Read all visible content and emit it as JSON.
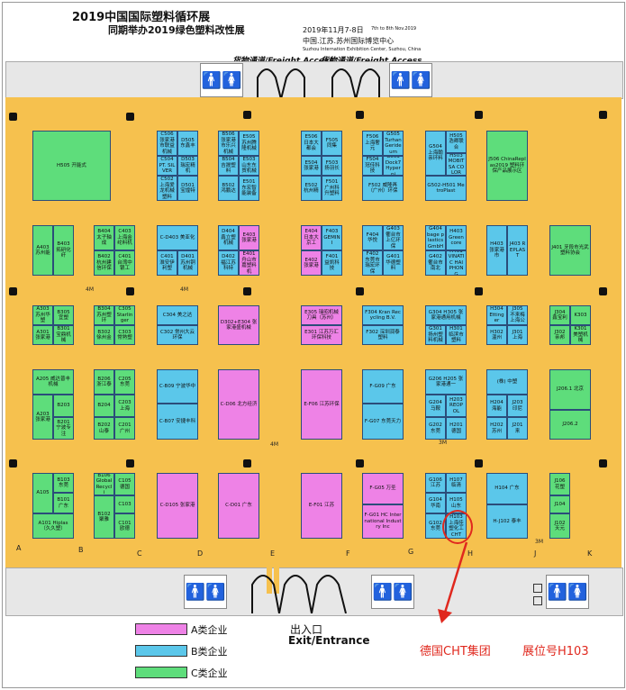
{
  "header": {
    "title_line1": "2019中国国际塑料循环展",
    "title_line2": "同期举办2019绿色塑料改性展",
    "date": "2019年11月7-8日",
    "date_en": "7th to 8th Nov.2019",
    "venue": "中国.江苏.苏州国际博览中心",
    "venue_en": "Suzhou Internation Exhibition Center, Suzhou, China",
    "freight_1": "货物通道/Freight Access",
    "freight_2": "货物通道/Freight Access"
  },
  "columns": [
    "A",
    "B",
    "C",
    "D",
    "E",
    "F",
    "G",
    "H",
    "J",
    "K"
  ],
  "distance_labels": [
    "4M",
    "4M",
    "4M",
    "3M",
    "3M"
  ],
  "booths": [
    {
      "id": "h505",
      "text": "H505 开能式",
      "color": "green"
    },
    {
      "id": "c506",
      "text": "C506 张家港市联益机械",
      "color": "blue"
    },
    {
      "id": "d505",
      "text": "D505 东鑫丰",
      "color": "blue"
    },
    {
      "id": "c504",
      "text": "C504 PT. SILVER",
      "color": "blue"
    },
    {
      "id": "d503",
      "text": "D503 瑞宏精机",
      "color": "blue"
    },
    {
      "id": "c502",
      "text": "C502 上海爱龙机械塑料",
      "color": "blue"
    },
    {
      "id": "d501",
      "text": "D501 宝煌特",
      "color": "blue"
    },
    {
      "id": "b506",
      "text": "B506 张家港市乐兴机械",
      "color": "blue"
    },
    {
      "id": "e505",
      "text": "E505 苏州腾隆机械",
      "color": "blue"
    },
    {
      "id": "b504",
      "text": "B504 吉晟塑料",
      "color": "blue"
    },
    {
      "id": "e503",
      "text": "E503 山东东贸机械",
      "color": "blue"
    },
    {
      "id": "b502",
      "text": "B502 鸿鹏达",
      "color": "blue"
    },
    {
      "id": "e501",
      "text": "E501 东宏智能装备",
      "color": "blue"
    },
    {
      "id": "e506",
      "text": "E506 日本大都会",
      "color": "blue"
    },
    {
      "id": "f505",
      "text": "F505 同集",
      "color": "blue"
    },
    {
      "id": "e504",
      "text": "E504 张家港",
      "color": "blue"
    },
    {
      "id": "f503",
      "text": "F503 扬羽长",
      "color": "blue"
    },
    {
      "id": "e502",
      "text": "E502 杭州精",
      "color": "blue"
    },
    {
      "id": "f501",
      "text": "F501 广州科升塑料",
      "color": "blue"
    },
    {
      "id": "f506",
      "text": "F506 上海奢元",
      "color": "blue"
    },
    {
      "id": "g505",
      "text": "G505 Turhan Gerideum",
      "color": "blue"
    },
    {
      "id": "f504",
      "text": "F504 冠佳科技",
      "color": "blue"
    },
    {
      "id": "g503",
      "text": "G503 Dock7 Hyperpi",
      "color": "blue"
    },
    {
      "id": "f502",
      "text": "F502 威隆再（广州）环保",
      "color": "blue"
    },
    {
      "id": "g504",
      "text": "G504 上海翰亲环料",
      "color": "blue"
    },
    {
      "id": "h505b",
      "text": "H505 浩卿联合",
      "color": "blue"
    },
    {
      "id": "h503",
      "text": "H503 MOBITSA COLOR",
      "color": "blue"
    },
    {
      "id": "g502",
      "text": "G502-H501 MetroPlast",
      "color": "blue"
    },
    {
      "id": "j506",
      "text": "J506 ChinaReplas2019 塑料环保产品展示区",
      "color": "green"
    },
    {
      "id": "a403",
      "text": "A403 苏州能",
      "color": "green"
    },
    {
      "id": "b403",
      "text": "B403 拓研化纤",
      "color": "green"
    },
    {
      "id": "b404",
      "text": "B404 太子轴成",
      "color": "green"
    },
    {
      "id": "c403",
      "text": "C403 上海金纶料机",
      "color": "green"
    },
    {
      "id": "b402",
      "text": "B402 杭州建信环保",
      "color": "green"
    },
    {
      "id": "c401",
      "text": "C401 台湾中银工",
      "color": "green"
    },
    {
      "id": "c403b",
      "text": "C-D403 美亚化",
      "color": "blue"
    },
    {
      "id": "c401b",
      "text": "C401 淮安伊利塑",
      "color": "blue"
    },
    {
      "id": "d401",
      "text": "D401 苏州铜机械",
      "color": "blue"
    },
    {
      "id": "d404",
      "text": "D404 鑫立塑机械",
      "color": "blue"
    },
    {
      "id": "e403",
      "text": "E403 张家港",
      "color": "pink"
    },
    {
      "id": "d402",
      "text": "D402 福江苏科特",
      "color": "blue"
    },
    {
      "id": "e401",
      "text": "E401 舟山市嘉塑料机",
      "color": "pink"
    },
    {
      "id": "e404",
      "text": "E404 日本大京工",
      "color": "pink"
    },
    {
      "id": "f403",
      "text": "F403 GEMINI",
      "color": "blue"
    },
    {
      "id": "e402",
      "text": "E402 张家港",
      "color": "pink"
    },
    {
      "id": "f401",
      "text": "F401 益凯科技",
      "color": "blue"
    },
    {
      "id": "f404",
      "text": "F404 华悦",
      "color": "blue"
    },
    {
      "id": "g403",
      "text": "G403 衢台市上亿环保",
      "color": "blue"
    },
    {
      "id": "f402",
      "text": "F402 东莞市瑞宏环保",
      "color": "blue"
    },
    {
      "id": "g401",
      "text": "G401 华德塑料",
      "color": "blue"
    },
    {
      "id": "g404",
      "text": "G404 bage plastics GmbH",
      "color": "blue"
    },
    {
      "id": "h403",
      "text": "H403 Greencore",
      "color": "blue"
    },
    {
      "id": "g402",
      "text": "G402 衢台市南北",
      "color": "blue"
    },
    {
      "id": "h401",
      "text": "H401 VINATIC HAI PHONG",
      "color": "blue"
    },
    {
      "id": "h403b",
      "text": "H403 张家港市",
      "color": "blue"
    },
    {
      "id": "j403",
      "text": "J403 REPLAST",
      "color": "blue"
    },
    {
      "id": "j401",
      "text": "J401 牙段市光武塑料协会",
      "color": "green"
    },
    {
      "id": "a303",
      "text": "A303 苏州华塑",
      "color": "green"
    },
    {
      "id": "b305",
      "text": "B305 宜塑",
      "color": "green"
    },
    {
      "id": "a301",
      "text": "A301 张家港",
      "color": "green"
    },
    {
      "id": "b301",
      "text": "B301 宝鼎机械",
      "color": "green"
    },
    {
      "id": "b304",
      "text": "B304 苏州塑环",
      "color": "green"
    },
    {
      "id": "c305",
      "text": "C305 Starlinger",
      "color": "green"
    },
    {
      "id": "b302",
      "text": "B302 徐州金",
      "color": "green"
    },
    {
      "id": "c303",
      "text": "C303 常熟塑",
      "color": "green"
    },
    {
      "id": "c304",
      "text": "C304 美之达",
      "color": "blue"
    },
    {
      "id": "c302",
      "text": "C302 常州大云环保",
      "color": "blue"
    },
    {
      "id": "d302",
      "text": "D302+E304 张家港盛机械",
      "color": "pink"
    },
    {
      "id": "e305",
      "text": "E305 瑞昭机械刀具（苏州）",
      "color": "pink"
    },
    {
      "id": "e301",
      "text": "E301 江苏万汇环保科技",
      "color": "pink"
    },
    {
      "id": "f304",
      "text": "F304 Kran Recycling B.V.",
      "color": "blue"
    },
    {
      "id": "f302",
      "text": "F302 深圳润泰塑料",
      "color": "blue"
    },
    {
      "id": "g304",
      "text": "G304 H305 张家港通用机械",
      "color": "blue"
    },
    {
      "id": "g301",
      "text": "G301 扬州塑料机械",
      "color": "blue"
    },
    {
      "id": "h301",
      "text": "H301 临滨市塑料",
      "color": "blue"
    },
    {
      "id": "h304",
      "text": "H304 Ettinger",
      "color": "blue"
    },
    {
      "id": "j305",
      "text": "J305 不来梅上海公",
      "color": "blue"
    },
    {
      "id": "h302",
      "text": "H302 温州",
      "color": "blue"
    },
    {
      "id": "j301",
      "text": "J301 上海",
      "color": "blue"
    },
    {
      "id": "j304",
      "text": "J304 鑫宝利",
      "color": "green"
    },
    {
      "id": "k303",
      "text": "K303",
      "color": "green"
    },
    {
      "id": "j302",
      "text": "J302 亲邦",
      "color": "green"
    },
    {
      "id": "k301",
      "text": "K301 美塑机械",
      "color": "green"
    },
    {
      "id": "a205",
      "text": "A205 威达普丰机械",
      "color": "green"
    },
    {
      "id": "a203",
      "text": "A203 张家港",
      "color": "green"
    },
    {
      "id": "b203",
      "text": "B203",
      "color": "green"
    },
    {
      "id": "b201",
      "text": "B201 宁波专注",
      "color": "green"
    },
    {
      "id": "b206",
      "text": "B206 浙江泰",
      "color": "green"
    },
    {
      "id": "c205",
      "text": "C205 东莞",
      "color": "green"
    },
    {
      "id": "b204",
      "text": "B204",
      "color": "green"
    },
    {
      "id": "c203",
      "text": "C203 上海",
      "color": "green"
    },
    {
      "id": "b202",
      "text": "B202 山泰",
      "color": "green"
    },
    {
      "id": "c201",
      "text": "C201 广州",
      "color": "green"
    },
    {
      "id": "c-b09",
      "text": "C-B09 宁波华中",
      "color": "blue"
    },
    {
      "id": "c-b07",
      "text": "C-B07 安捷丰科",
      "color": "blue"
    },
    {
      "id": "c-d06",
      "text": "C-D06 北方经济",
      "color": "pink"
    },
    {
      "id": "e-f06",
      "text": "E-F06 江苏环保",
      "color": "pink"
    },
    {
      "id": "f-g09",
      "text": "F-G09 广东",
      "color": "blue"
    },
    {
      "id": "f-g07",
      "text": "F-G07 东莞天力",
      "color": "blue"
    },
    {
      "id": "g206",
      "text": "G206 H205 张家港通一",
      "color": "blue"
    },
    {
      "id": "g204",
      "text": "G204 马鞍",
      "color": "blue"
    },
    {
      "id": "h203",
      "text": "H203 REOPOL",
      "color": "blue"
    },
    {
      "id": "g202",
      "text": "G202 东莞",
      "color": "blue"
    },
    {
      "id": "h201",
      "text": "H201 德国",
      "color": "blue"
    },
    {
      "id": "h204",
      "text": "(株) 中塑",
      "color": "blue"
    },
    {
      "id": "h204b",
      "text": "H204 海能",
      "color": "blue"
    },
    {
      "id": "j203",
      "text": "J203 印尼",
      "color": "blue"
    },
    {
      "id": "h202",
      "text": "H202 苏州",
      "color": "blue"
    },
    {
      "id": "j201",
      "text": "J201 来",
      "color": "blue"
    },
    {
      "id": "j206",
      "text": "J206.1 北京",
      "color": "green"
    },
    {
      "id": "j206b",
      "text": "J206.2",
      "color": "green"
    },
    {
      "id": "a105",
      "text": "A105",
      "color": "green"
    },
    {
      "id": "b103",
      "text": "B103 东莞",
      "color": "green"
    },
    {
      "id": "b101",
      "text": "B101 广东",
      "color": "green"
    },
    {
      "id": "a101",
      "text": "A101 Hiplas（久久塑）",
      "color": "green"
    },
    {
      "id": "b106",
      "text": "B106 Global Recycli",
      "color": "green"
    },
    {
      "id": "c105",
      "text": "C105 德国",
      "color": "green"
    },
    {
      "id": "b102",
      "text": "B102 聚雅",
      "color": "green"
    },
    {
      "id": "c103",
      "text": "C103",
      "color": "green"
    },
    {
      "id": "c101",
      "text": "C101 欧德",
      "color": "green"
    },
    {
      "id": "c-d105",
      "text": "C-D105 张家港",
      "color": "pink"
    },
    {
      "id": "c-d01",
      "text": "C-D01 广东",
      "color": "pink"
    },
    {
      "id": "e-f01",
      "text": "E-F01 江苏",
      "color": "pink"
    },
    {
      "id": "f-g05",
      "text": "F-G05 万圣",
      "color": "pink"
    },
    {
      "id": "f-g01",
      "text": "F-G01 HC International Industry Inc",
      "color": "pink"
    },
    {
      "id": "g106",
      "text": "G106 江苏",
      "color": "blue"
    },
    {
      "id": "h107",
      "text": "H107 临清",
      "color": "blue"
    },
    {
      "id": "g104",
      "text": "G104 华南",
      "color": "blue"
    },
    {
      "id": "h105",
      "text": "H105 山东",
      "color": "blue"
    },
    {
      "id": "g102",
      "text": "G102 东莞",
      "color": "blue"
    },
    {
      "id": "h103",
      "text": "H103 上海佳塑化工 CHT",
      "color": "blue"
    },
    {
      "id": "h104",
      "text": "H104 广东",
      "color": "blue"
    },
    {
      "id": "h-j102",
      "text": "H-J102 泰丰",
      "color": "blue"
    },
    {
      "id": "j106",
      "text": "J106 花塑",
      "color": "green"
    },
    {
      "id": "j104",
      "text": "J104",
      "color": "green"
    },
    {
      "id": "j102",
      "text": "J102 天元",
      "color": "green"
    }
  ],
  "entrance": {
    "label_cn": "出入口",
    "label_en": "Exit/Entrance"
  },
  "legend": [
    {
      "label": "A类企业",
      "color": "#EE82E6"
    },
    {
      "label": "B类企业",
      "color": "#5BC7EA"
    },
    {
      "label": "C类企业",
      "color": "#5EDD7B"
    }
  ],
  "callout": {
    "company": "德国CHT集团",
    "booth": "展位号H103",
    "color": "#E0281E"
  }
}
